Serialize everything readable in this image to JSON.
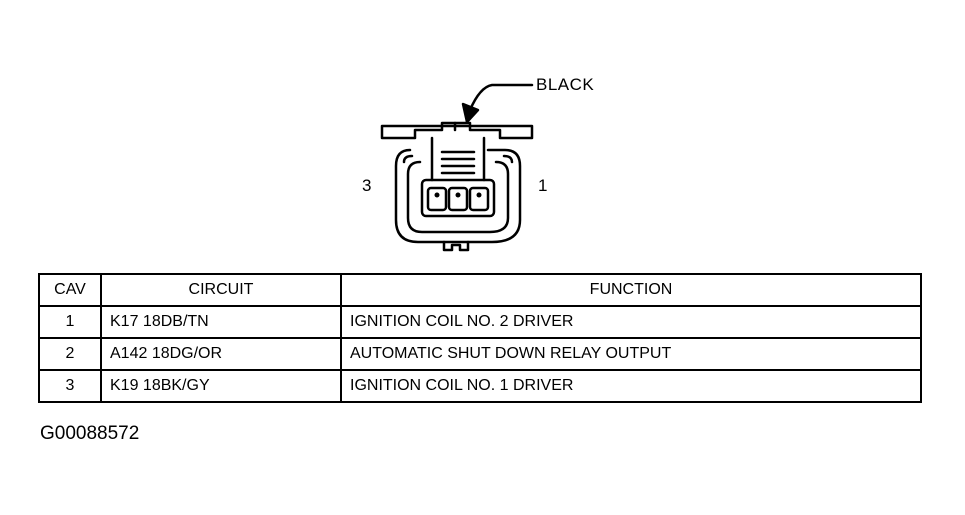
{
  "connector": {
    "color_label": "BLACK",
    "pin_left_label": "3",
    "pin_right_label": "1"
  },
  "table": {
    "headers": {
      "cav": "CAV",
      "circuit": "CIRCUIT",
      "function": "FUNCTION"
    },
    "rows": [
      {
        "cav": "1",
        "circuit": "K17 18DB/TN",
        "function": "IGNITION COIL NO. 2 DRIVER"
      },
      {
        "cav": "2",
        "circuit": "A142 18DG/OR",
        "function": "AUTOMATIC SHUT DOWN RELAY OUTPUT"
      },
      {
        "cav": "3",
        "circuit": "K19 18BK/GY",
        "function": "IGNITION COIL NO. 1 DRIVER"
      }
    ]
  },
  "figure_id": "G00088572"
}
